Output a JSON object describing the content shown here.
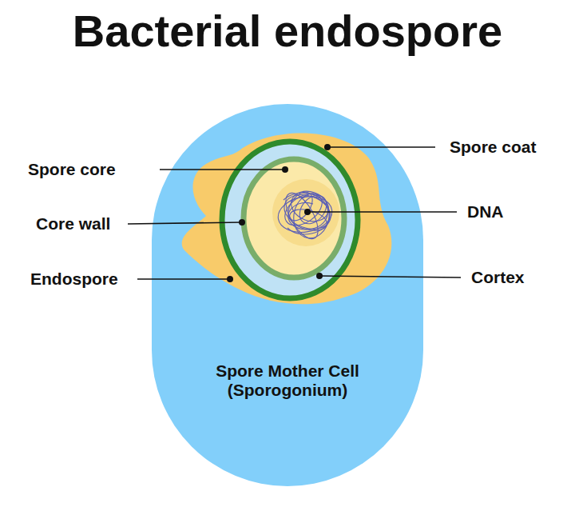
{
  "diagram": {
    "title": "Bacterial endospore",
    "nodes": [
      {
        "text": [
          "Spore Mother Cell (Sporogonium)"
        ]
      }
    ],
    "labels": [
      "Spore coat",
      "Spore core",
      "DNA",
      "Core wall",
      "Cortex",
      "Endospore"
    ]
  }
}
